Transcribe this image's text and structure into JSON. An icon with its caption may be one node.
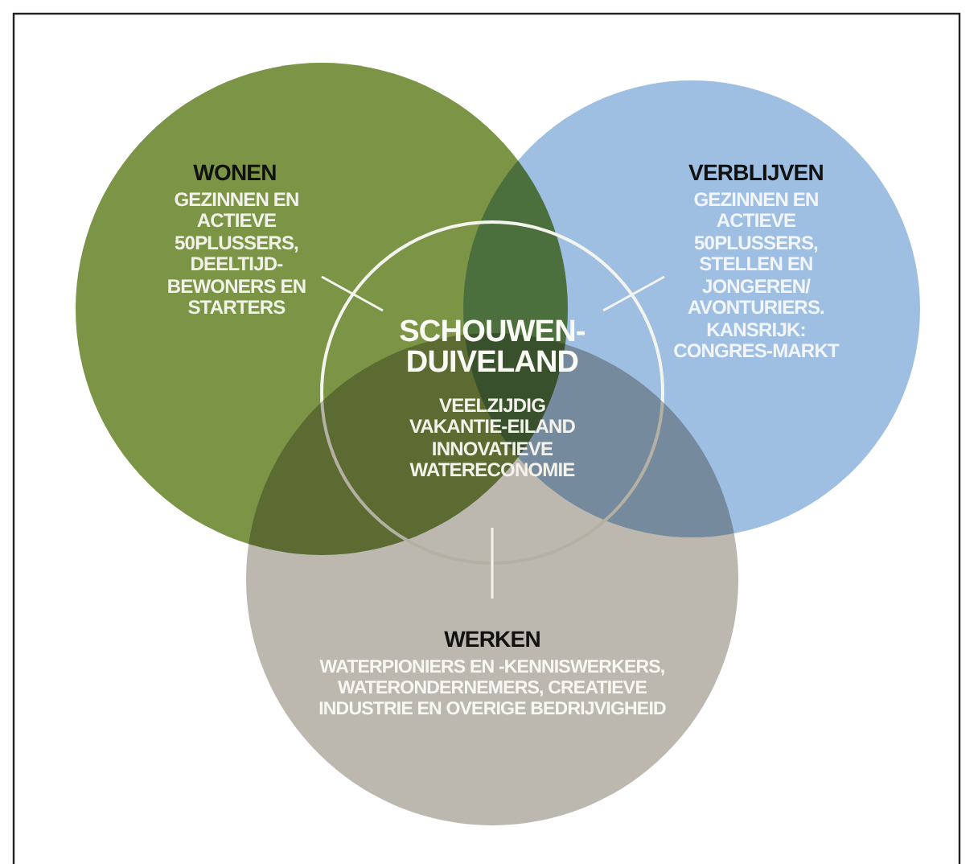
{
  "diagram": {
    "nodes": [
      {
        "text": [
          "WONEN",
          "GEZINNEN EN ACTIEVE 50PLUSSERS, DEELTIJD-BEWONERS EN STARTERS"
        ]
      },
      {
        "text": [
          "VERBLIJVEN",
          "GEZINNEN EN ACTIEVE 50PLUSSERS, STELLEN EN JONGEREN/ AVONTURIERS. KANSRIJK: CONGRES-MARKT"
        ]
      },
      {
        "text": [
          "SCHOUWEN-DUIVELAND",
          "VEELZIJDIG VAKANTIE-EILAND INNOVATIEVE WATERECONOMIE"
        ]
      },
      {
        "text": [
          "WERKEN",
          "WATERPIONIERS EN -KENNISWERKERS, WATERONDERNEMERS, CREATIEVE INDUSTRIE EN OVERIGE BEDRIJVIGHEID"
        ]
      }
    ],
    "edges": [
      {
        "from": 2,
        "to": 0,
        "arrow": "none"
      },
      {
        "from": 2,
        "to": 1,
        "arrow": "none"
      },
      {
        "from": 2,
        "to": 3,
        "arrow": "none"
      }
    ]
  }
}
